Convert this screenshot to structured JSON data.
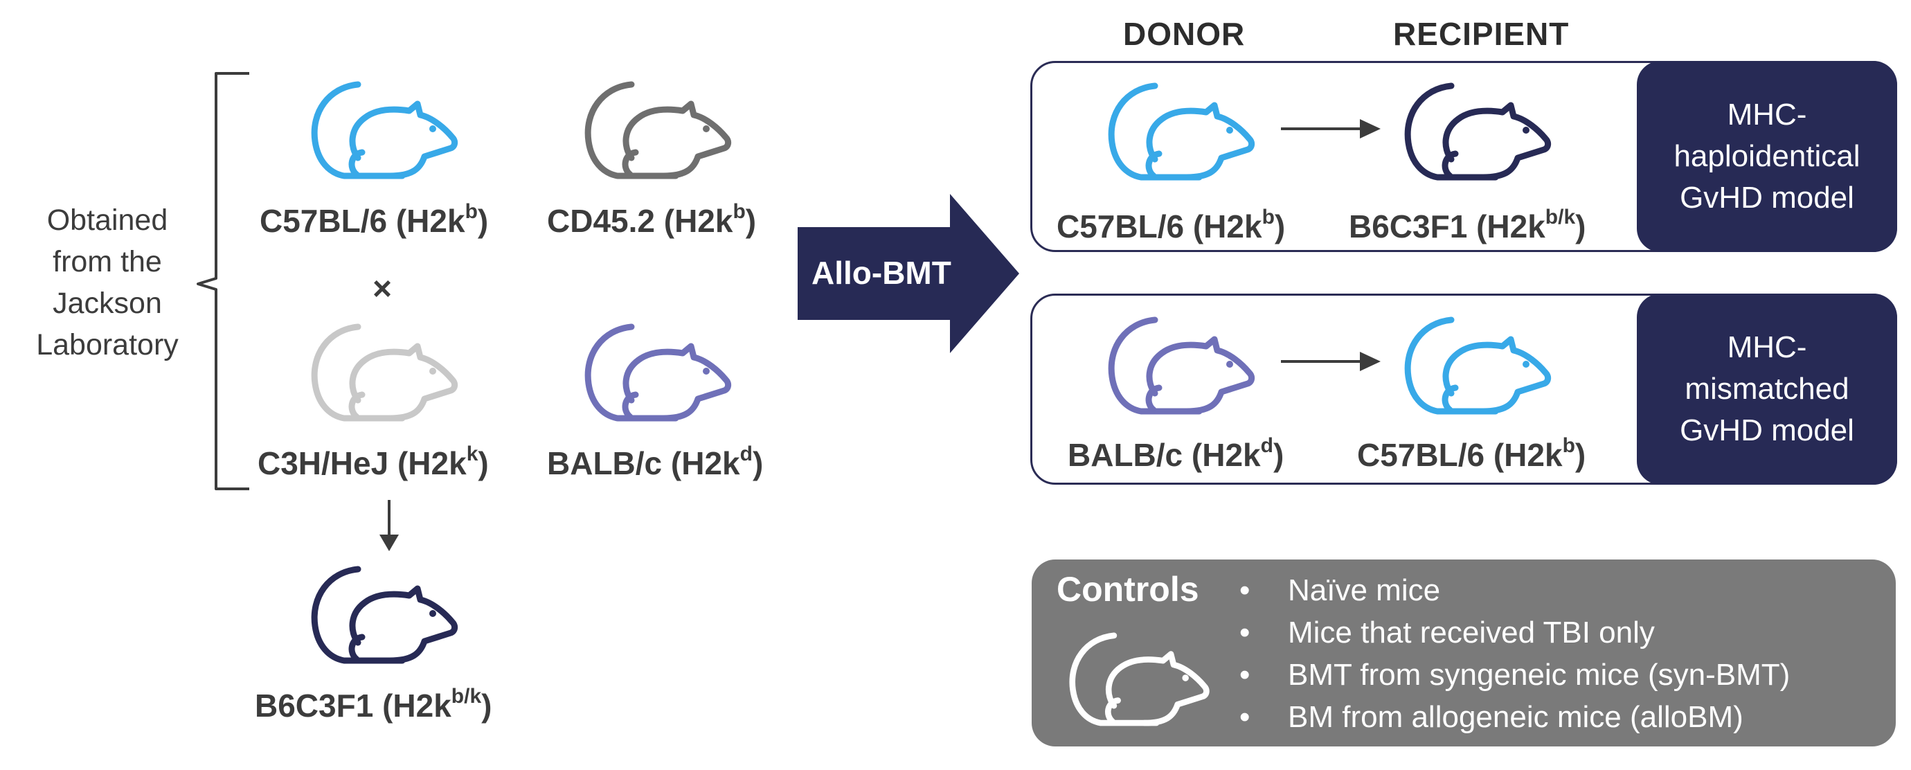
{
  "source": {
    "text_lines": [
      "Obtained",
      "from the",
      "Jackson",
      "Laboratory"
    ],
    "cross_symbol": "×"
  },
  "strains": {
    "c57": {
      "name": "C57BL/6 (H2k",
      "sup": "b",
      "close": ")"
    },
    "cd45": {
      "name": "CD45.2 (H2k",
      "sup": "b",
      "close": ")"
    },
    "c3h": {
      "name": "C3H/HeJ (H2k",
      "sup": "k",
      "close": ")"
    },
    "balb": {
      "name": "BALB/c (H2k",
      "sup": "d",
      "close": ")"
    },
    "b6c3f1": {
      "name": "B6C3F1 (H2k",
      "sup": "b/k",
      "close": ")"
    }
  },
  "allo_bmt": {
    "label": "Allo-BMT"
  },
  "headers": {
    "donor": "DONOR",
    "recipient": "RECIPIENT"
  },
  "models": [
    {
      "donor": {
        "name": "C57BL/6 (H2k",
        "sup": "b",
        "close": ")"
      },
      "recipient": {
        "name": "B6C3F1 (H2k",
        "sup": "b/k",
        "close": ")"
      },
      "label_lines": [
        "MHC-",
        "haploidentical",
        "GvHD model"
      ]
    },
    {
      "donor": {
        "name": "BALB/c (H2k",
        "sup": "d",
        "close": ")"
      },
      "recipient": {
        "name": "C57BL/6 (H2k",
        "sup": "b",
        "close": ")"
      },
      "label_lines": [
        "MHC-",
        "mismatched",
        "GvHD model"
      ]
    }
  ],
  "controls": {
    "title": "Controls",
    "items": [
      "Naïve mice",
      "Mice that received TBI only",
      "BMT from syngeneic mice (syn-BMT)",
      "BM from allogeneic mice (alloBM)"
    ]
  },
  "colors": {
    "light_blue": "#38a9e8",
    "gray": "#6f6f6f",
    "light_gray": "#c8c8c8",
    "purple": "#6f70b8",
    "navy": "#272a55",
    "controls_bg": "#7a7a7a"
  },
  "icons": {
    "mouse": "mouse-icon",
    "arrow": "arrow-icon",
    "bracket": "bracket-icon"
  }
}
